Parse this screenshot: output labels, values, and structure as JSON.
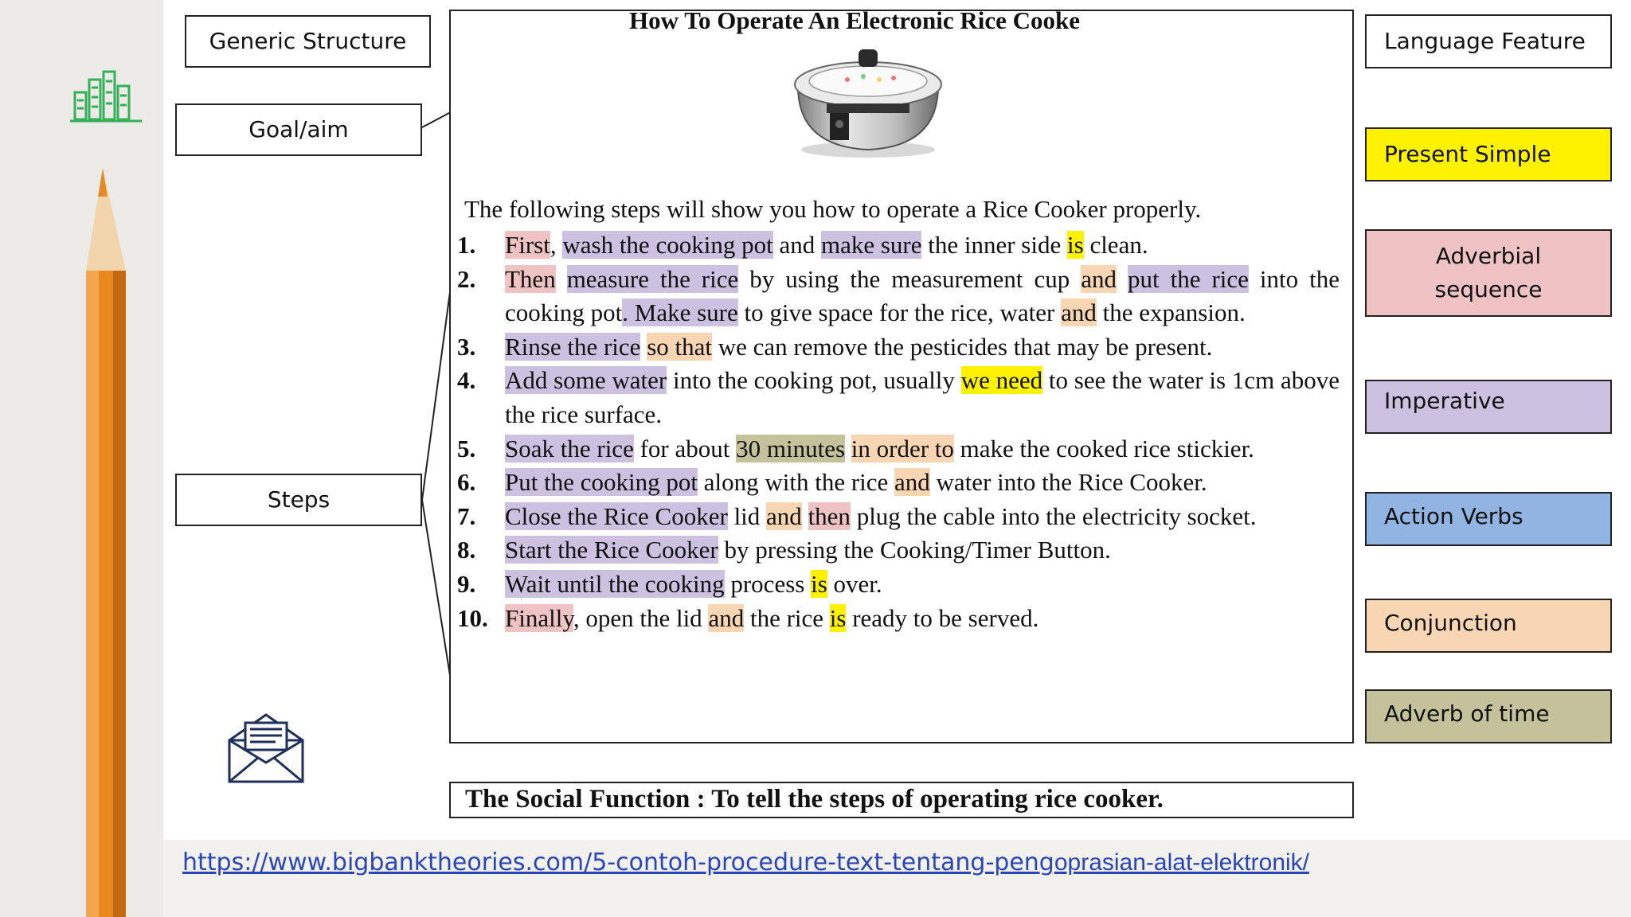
{
  "labels": {
    "generic_structure": "Generic Structure",
    "goal": "Goal/aim",
    "steps": "Steps"
  },
  "legend": {
    "title": "Language Feature",
    "items": [
      {
        "label": "Present Simple",
        "color": "#fff200"
      },
      {
        "label": "Adverbial sequence",
        "color": "#efc3c4"
      },
      {
        "label": "Imperative",
        "color": "#ccc1e0"
      },
      {
        "label": "Action Verbs",
        "color": "#92b4e3"
      },
      {
        "label": "Conjunction",
        "color": "#f9d6b3"
      },
      {
        "label": "Adverb of time",
        "color": "#c3c29a"
      }
    ]
  },
  "document": {
    "title": "How To Operate An Electronic Rice Cooke",
    "intro": "The following steps will show you how to operate a Rice Cooker properly.",
    "steps": [
      {
        "num": "1.",
        "segments": [
          {
            "text": "First",
            "hl": "adv"
          },
          {
            "text": ", "
          },
          {
            "text": "wash the cooking pot",
            "hl": "imp"
          },
          {
            "text": " and "
          },
          {
            "text": "make sure",
            "hl": "imp"
          },
          {
            "text": " the inner side "
          },
          {
            "text": "is",
            "hl": "pres"
          },
          {
            "text": " clean."
          }
        ]
      },
      {
        "num": "2.",
        "segments": [
          {
            "text": "Then",
            "hl": "adv"
          },
          {
            "text": " "
          },
          {
            "text": "measure the rice",
            "hl": "imp"
          },
          {
            "text": " by using the measurement cup "
          },
          {
            "text": "and",
            "hl": "conj"
          },
          {
            "text": " "
          },
          {
            "text": "put the rice",
            "hl": "imp"
          },
          {
            "text": " into the cooking pot"
          },
          {
            "text": ". Make sure",
            "hl": "imp"
          },
          {
            "text": " to give space for the rice, water "
          },
          {
            "text": "and",
            "hl": "conj"
          },
          {
            "text": " the expansion."
          }
        ]
      },
      {
        "num": "3.",
        "segments": [
          {
            "text": "Rinse the rice",
            "hl": "imp"
          },
          {
            "text": " "
          },
          {
            "text": "so that",
            "hl": "conj"
          },
          {
            "text": " we can remove the pesticides that may be present."
          }
        ]
      },
      {
        "num": "4.",
        "segments": [
          {
            "text": "Add some water",
            "hl": "imp"
          },
          {
            "text": " into the cooking pot, usually "
          },
          {
            "text": "we need",
            "hl": "pres"
          },
          {
            "text": " to see the water is 1cm above the rice surface."
          }
        ]
      },
      {
        "num": "5.",
        "segments": [
          {
            "text": "Soak the rice",
            "hl": "imp"
          },
          {
            "text": " for about "
          },
          {
            "text": "30 minutes",
            "hl": "tim"
          },
          {
            "text": " "
          },
          {
            "text": "in order to",
            "hl": "conj"
          },
          {
            "text": " make the cooked rice stickier."
          }
        ]
      },
      {
        "num": "6.",
        "segments": [
          {
            "text": "Put the cooking pot",
            "hl": "imp"
          },
          {
            "text": " along with the rice "
          },
          {
            "text": "and",
            "hl": "conj"
          },
          {
            "text": " water into the Rice Cooker."
          }
        ]
      },
      {
        "num": "7.",
        "segments": [
          {
            "text": "Close the Rice Cooker",
            "hl": "imp"
          },
          {
            "text": " lid "
          },
          {
            "text": "and",
            "hl": "conj"
          },
          {
            "text": " "
          },
          {
            "text": "then",
            "hl": "adv"
          },
          {
            "text": " plug the cable into the electricity socket."
          }
        ]
      },
      {
        "num": "8.",
        "segments": [
          {
            "text": "Start the Rice Cooker",
            "hl": "imp"
          },
          {
            "text": " by pressing the Cooking/Timer Button."
          }
        ]
      },
      {
        "num": "9.",
        "segments": [
          {
            "text": "Wait until the cooking",
            "hl": "imp"
          },
          {
            "text": " process "
          },
          {
            "text": "is",
            "hl": "pres"
          },
          {
            "text": " over."
          }
        ]
      },
      {
        "num": "10.",
        "segments": [
          {
            "text": "Finally",
            "hl": "adv"
          },
          {
            "text": ", open the lid "
          },
          {
            "text": "and",
            "hl": "conj"
          },
          {
            "text": " the rice "
          },
          {
            "text": "is",
            "hl": "pres"
          },
          {
            "text": " ready to be served."
          }
        ]
      }
    ]
  },
  "social_function": "The Social Function : To tell the steps of operating rice cooker.",
  "source_url_a": "https://www.bigbanktheories.com/5-contoh-procedure-text-tentang-peng",
  "source_url_b": "oprasian-alat-elektronik/"
}
